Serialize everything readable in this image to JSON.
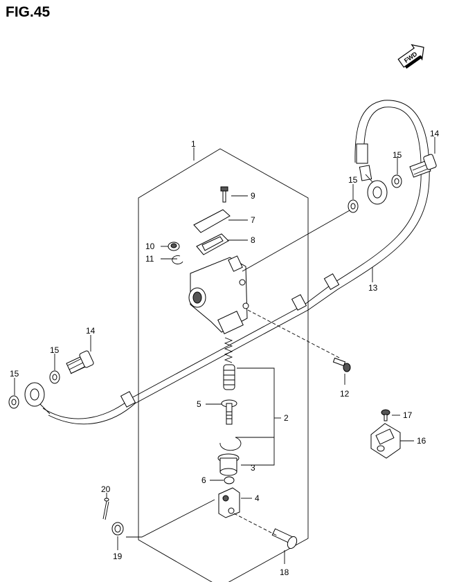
{
  "figure": {
    "title": "FIG.45",
    "fwd_label": "FWD"
  },
  "callouts": {
    "c1": "1",
    "c2": "2",
    "c3": "3",
    "c4": "4",
    "c5": "5",
    "c6": "6",
    "c7": "7",
    "c8": "8",
    "c9": "9",
    "c10": "10",
    "c11": "11",
    "c12": "12",
    "c13": "13",
    "c14_top": "14",
    "c14_left": "14",
    "c15_top_a": "15",
    "c15_top_b": "15",
    "c15_left_a": "15",
    "c15_left_b": "15",
    "c16": "16",
    "c17": "17",
    "c18": "18",
    "c19": "19",
    "c20": "20"
  }
}
